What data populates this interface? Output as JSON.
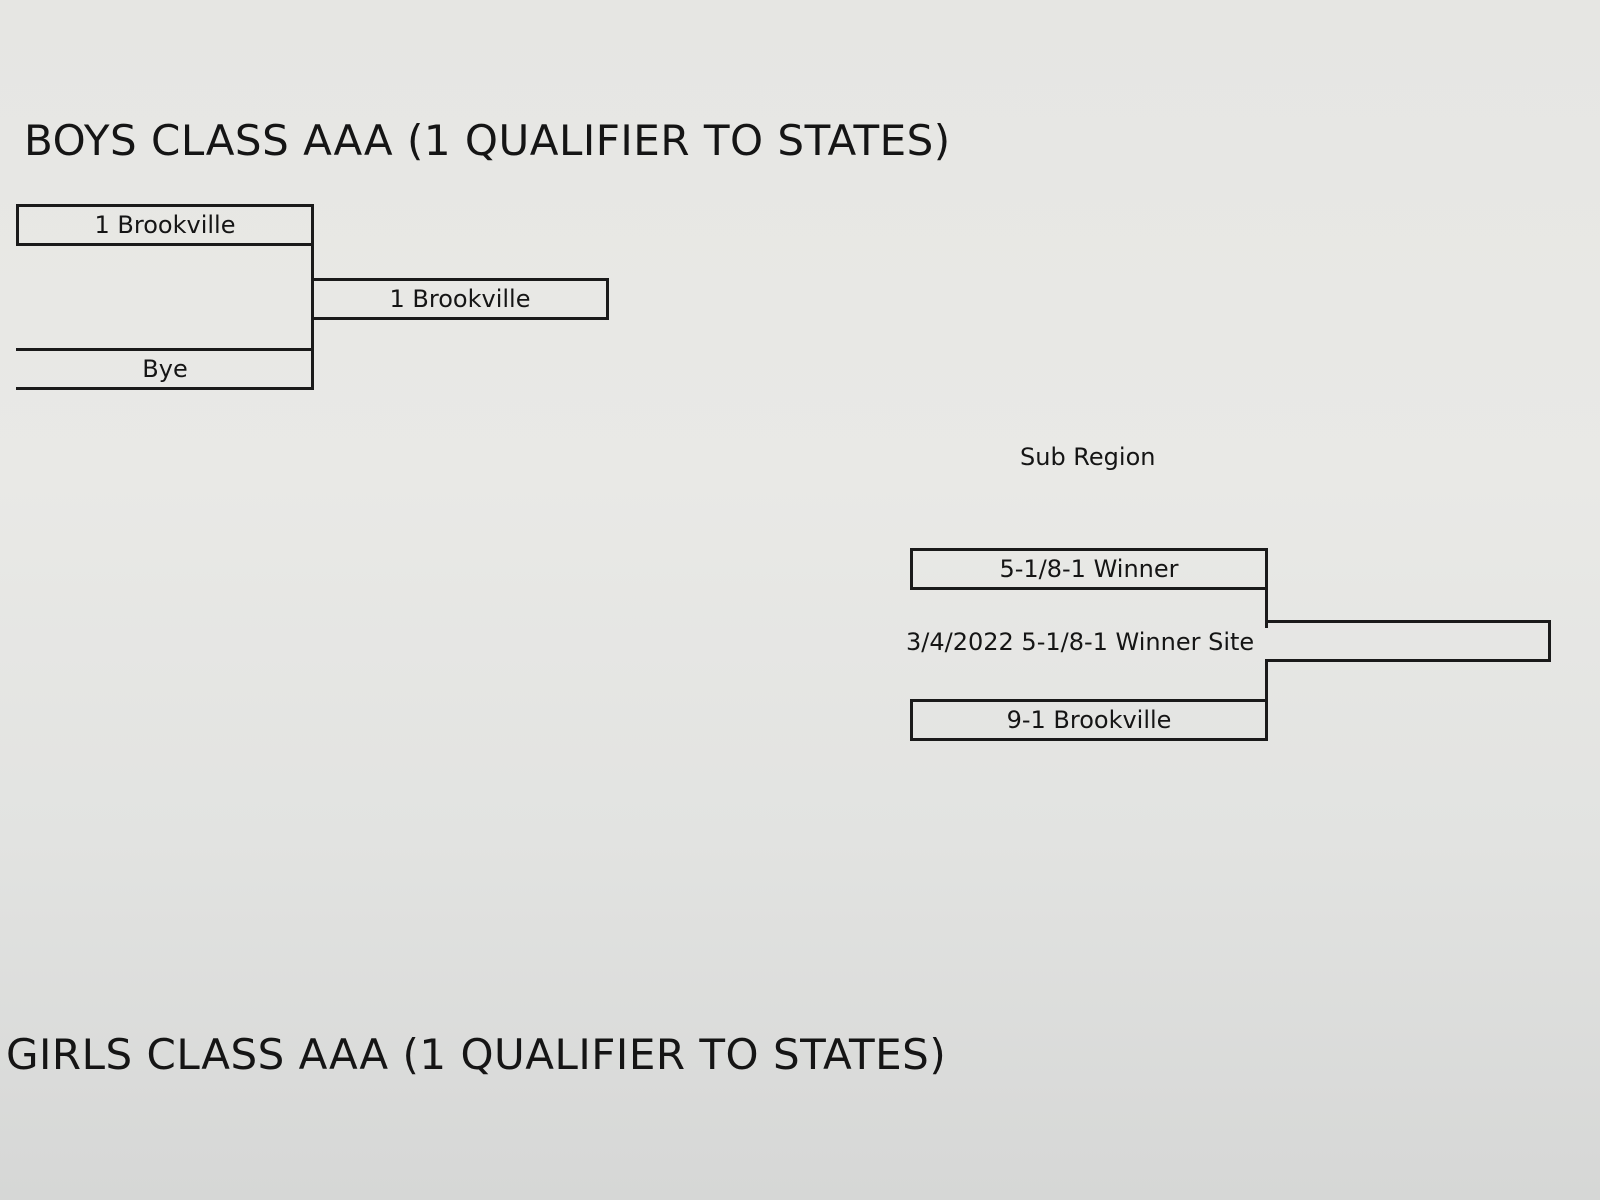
{
  "boys": {
    "title": "BOYS CLASS AAA (1 QUALIFIER TO STATES)",
    "bracket": {
      "seed_top": "1 Brookville",
      "seed_bottom": "Bye",
      "winner": "1 Brookville"
    }
  },
  "sub_region": {
    "label": "Sub Region",
    "top": "5-1/8-1 Winner",
    "bottom": "9-1 Brookville",
    "game": "3/4/2022 5-1/8-1 Winner Site"
  },
  "girls": {
    "title": "GIRLS CLASS AAA (1 QUALIFIER TO STATES)"
  }
}
